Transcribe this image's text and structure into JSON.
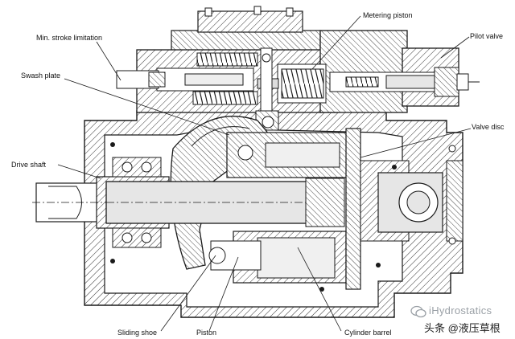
{
  "labels": {
    "metering_piston": "Metering piston",
    "min_stroke": "Min. stroke limitation",
    "pilot_valve": "Pilot valve",
    "swash_plate": "Swash plate",
    "valve_disc": "Valve disc",
    "drive_shaft": "Drive shaft",
    "sliding_shoe": "Sliding shoe",
    "piston": "Piston",
    "cylinder_barrel": "Cylinder barrel"
  },
  "watermark": {
    "brand": "iHydrostatics",
    "source": "头条 @液压草根"
  },
  "colors": {
    "line": "#1a1a1a",
    "shaft_fill": "#e6e6e6",
    "barrel_fill": "#f0f0f0",
    "watermark": "#9aa0a6"
  }
}
